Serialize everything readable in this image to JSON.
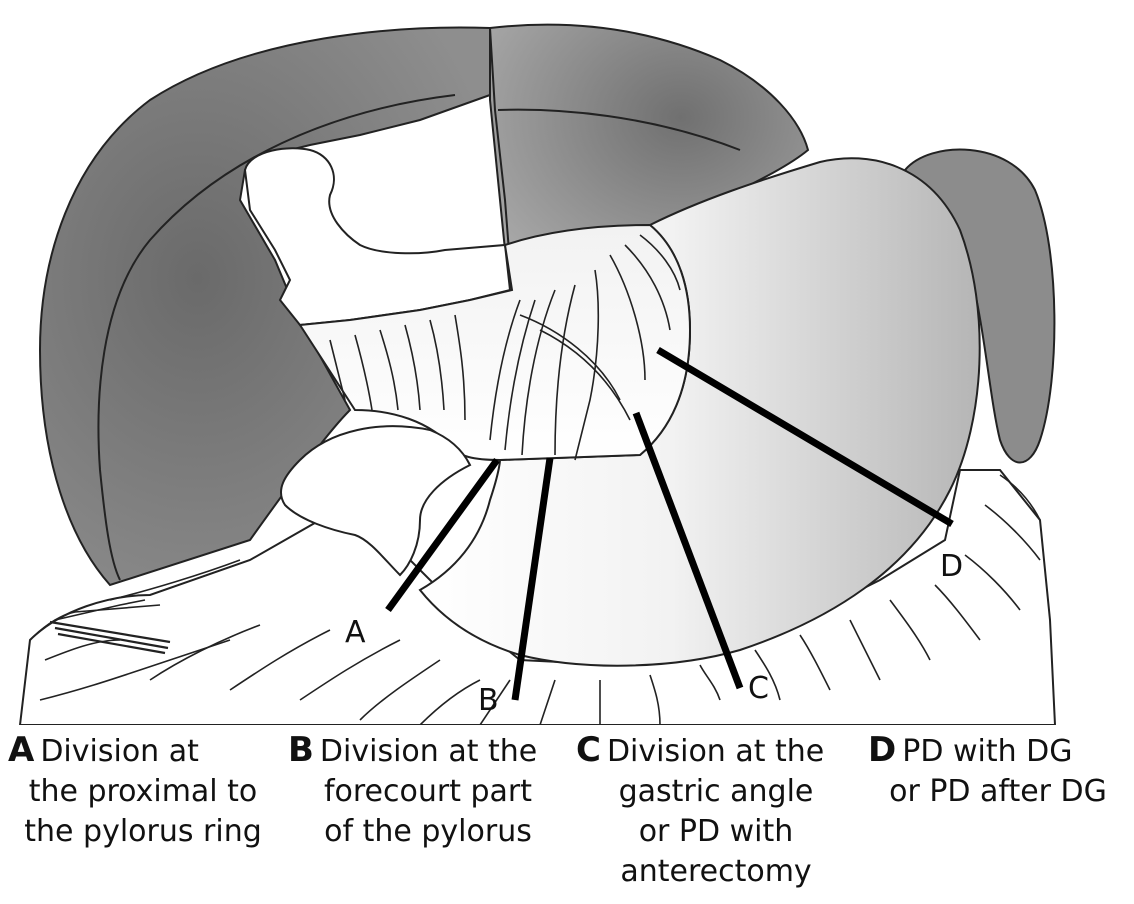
{
  "markers": [
    "A",
    "B",
    "C",
    "D"
  ],
  "legend": [
    {
      "letter": "A",
      "lines": [
        "Division at",
        "the proximal to",
        "the pylorus ring"
      ]
    },
    {
      "letter": "B",
      "lines": [
        "Division at the",
        "forecourt part",
        "of the pylorus"
      ]
    },
    {
      "letter": "C",
      "lines": [
        "Division at the",
        "gastric angle",
        "or PD with",
        "anterectomy"
      ]
    },
    {
      "letter": "D",
      "lines": [
        "PD with DG",
        "or PD after DG"
      ]
    }
  ]
}
